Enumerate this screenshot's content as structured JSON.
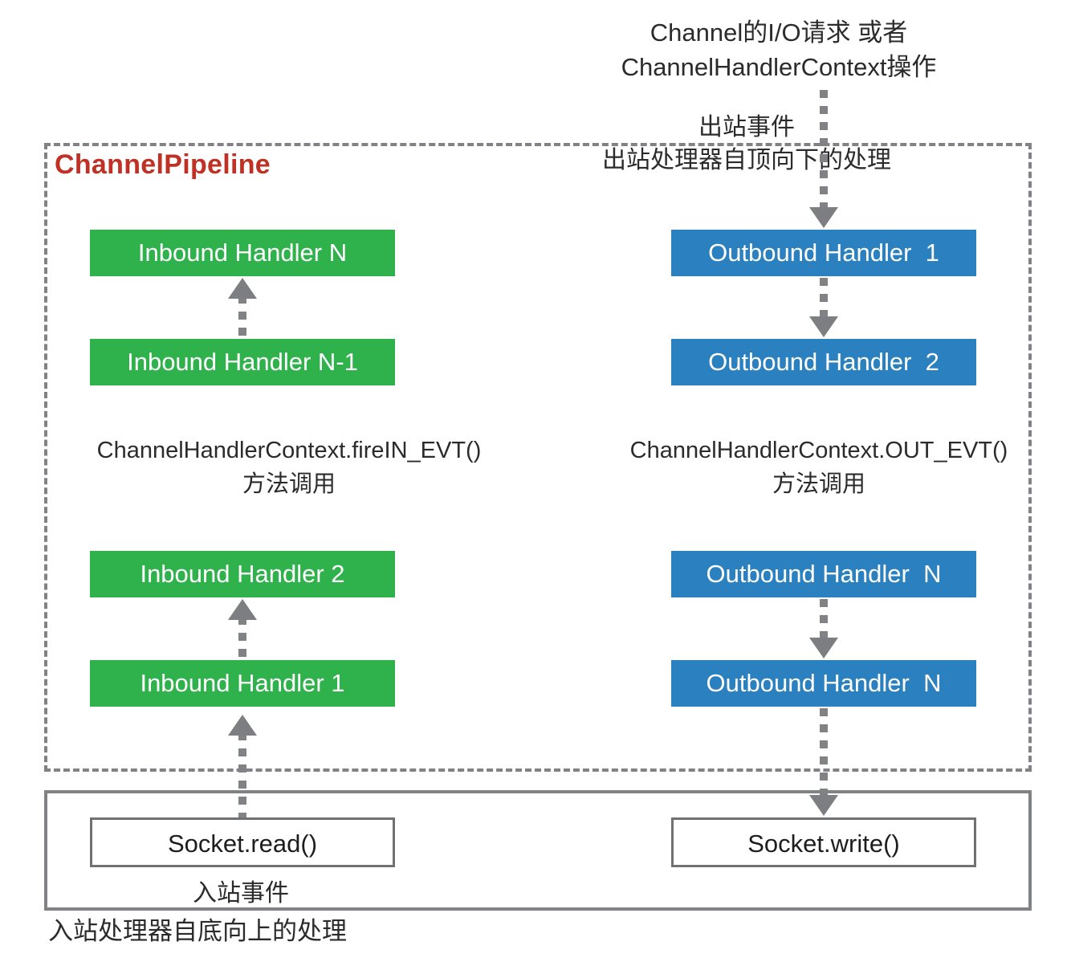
{
  "diagram": {
    "title": "ChannelPipeline",
    "title_color": "#bf3025",
    "colors": {
      "inbound_handler": "#2fb24c",
      "outbound_handler": "#2b80bf",
      "connector": "#808285",
      "border": "#808285"
    }
  },
  "notes": {
    "top_source": "Channel的I/O请求 或者\nChannelHandlerContext操作",
    "outbound_event": "出站事件\n出站处理器自顶向下的处理",
    "inbound_call": "ChannelHandlerContext.fireIN_EVT()\n方法调用",
    "outbound_call": "ChannelHandlerContext.OUT_EVT()\n方法调用",
    "inbound_event": "入站事件",
    "inbound_direction": "入站处理器自底向上的处理"
  },
  "inbound_handlers": [
    {
      "label": "Inbound Handler N"
    },
    {
      "label": "Inbound Handler N-1"
    },
    {
      "label": "Inbound Handler 2"
    },
    {
      "label": "Inbound Handler 1"
    }
  ],
  "outbound_handlers": [
    {
      "label": "Outbound Handler  1"
    },
    {
      "label": "Outbound Handler  2"
    },
    {
      "label": "Outbound Handler  N"
    },
    {
      "label": "Outbound Handler  N"
    }
  ],
  "socket": {
    "read": "Socket.read()",
    "write": "Socket.write()"
  }
}
